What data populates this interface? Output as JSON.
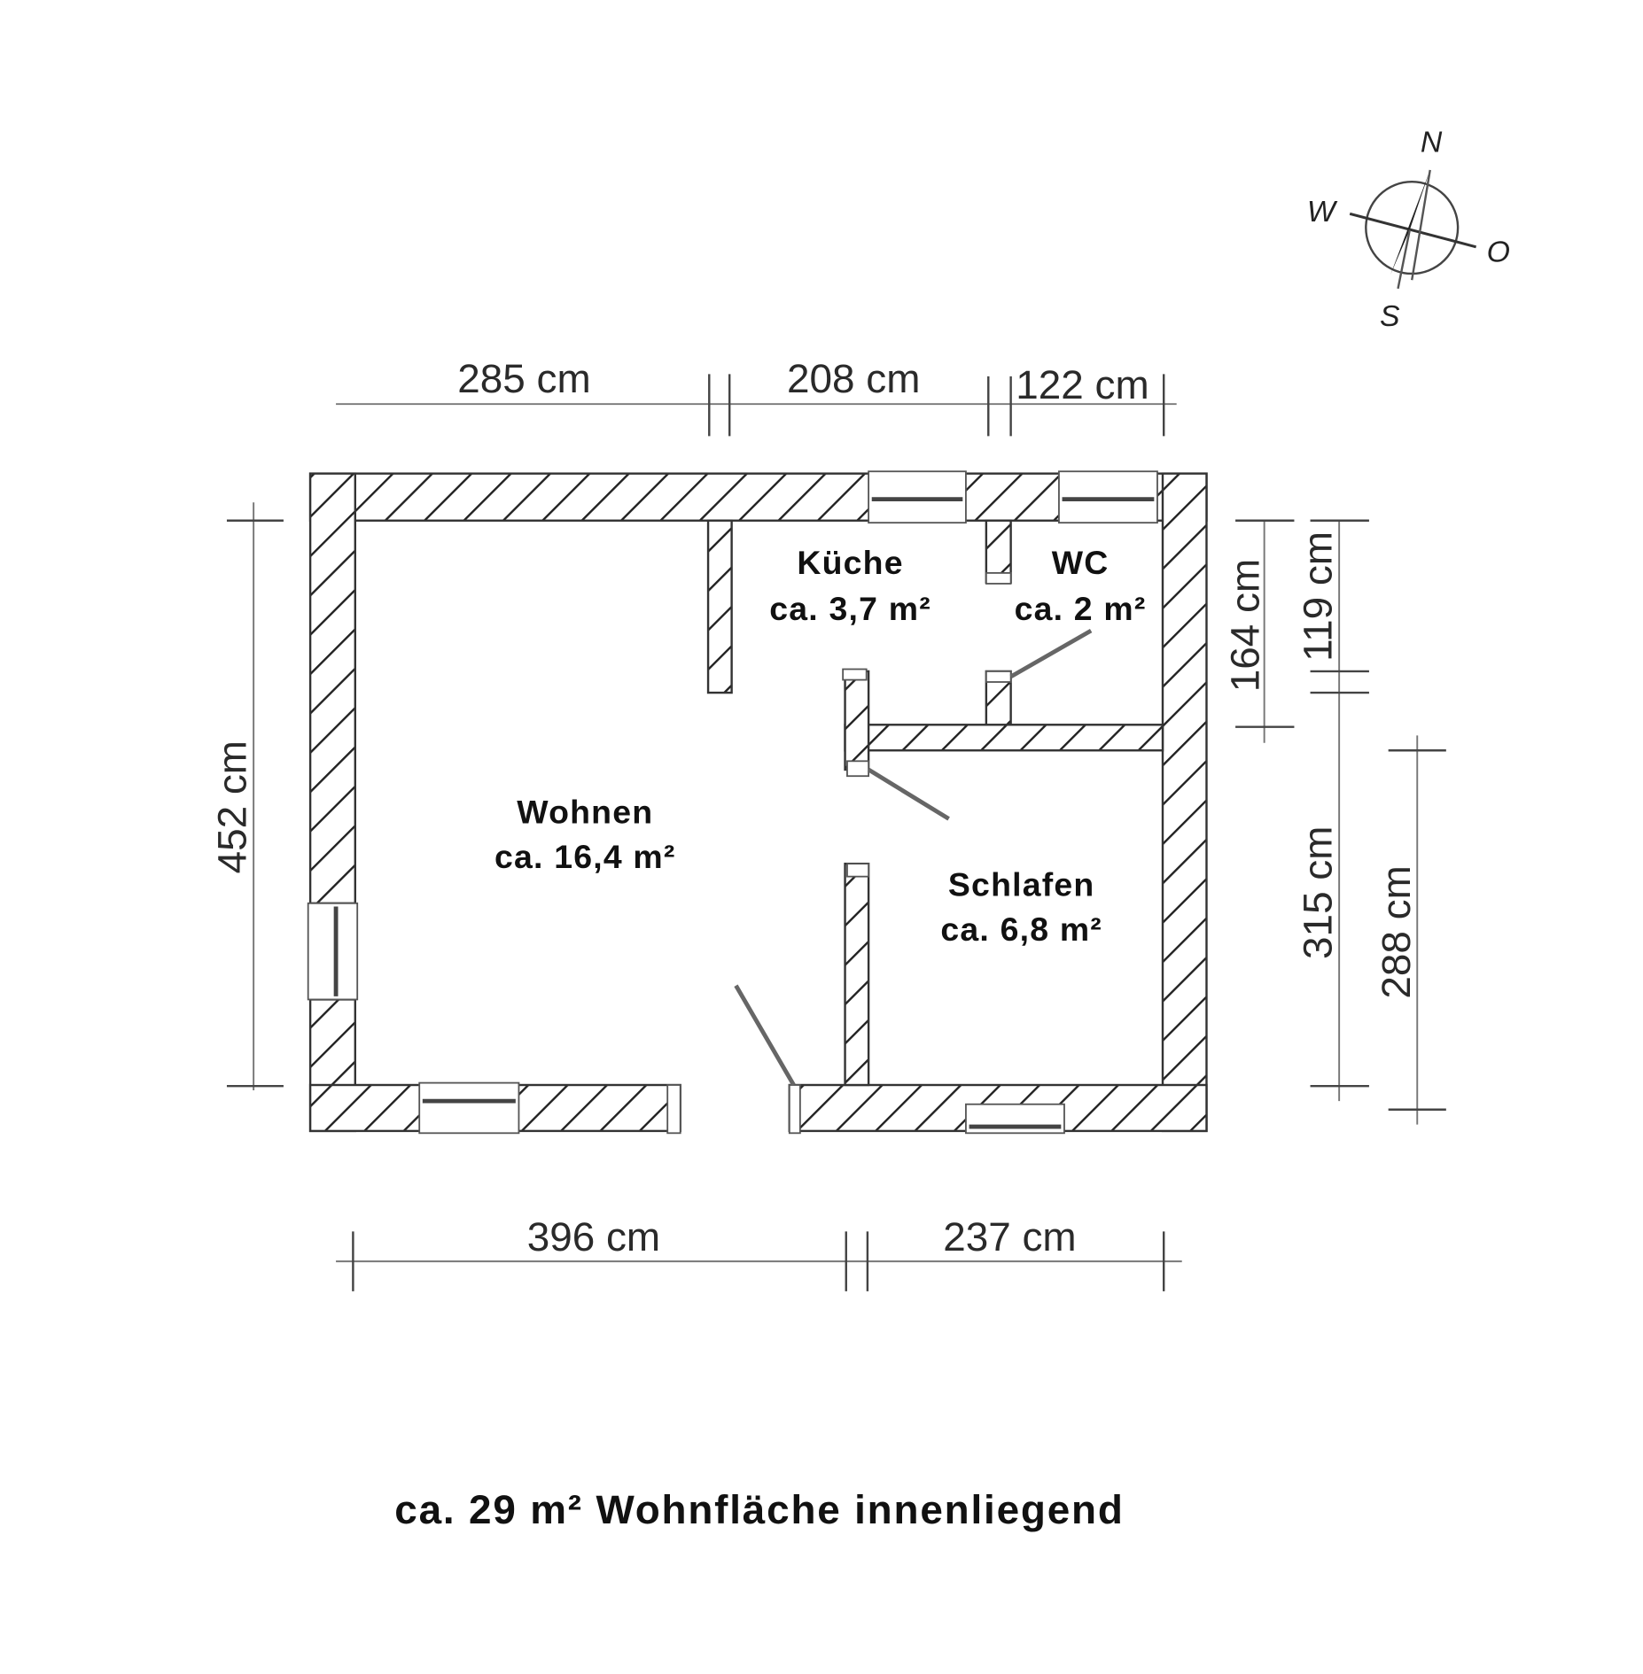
{
  "rooms": {
    "wohnen": {
      "name": "Wohnen",
      "area": "ca. 16,4 m²"
    },
    "kueche": {
      "name": "Küche",
      "area": "ca. 3,7 m²"
    },
    "wc": {
      "name": "WC",
      "area": "ca. 2 m²"
    },
    "schlafen": {
      "name": "Schlafen",
      "area": "ca. 6,8 m²"
    }
  },
  "dimensions": {
    "top": [
      "285 cm",
      "208 cm",
      "122 cm"
    ],
    "bottom": [
      "396 cm",
      "237 cm"
    ],
    "left": "452 cm",
    "right": [
      "164 cm",
      "119 cm",
      "315 cm",
      "288 cm"
    ]
  },
  "compass": {
    "n": "N",
    "s": "S",
    "w": "W",
    "o": "O"
  },
  "footer": "ca. 29 m² Wohnfläche innenliegend"
}
